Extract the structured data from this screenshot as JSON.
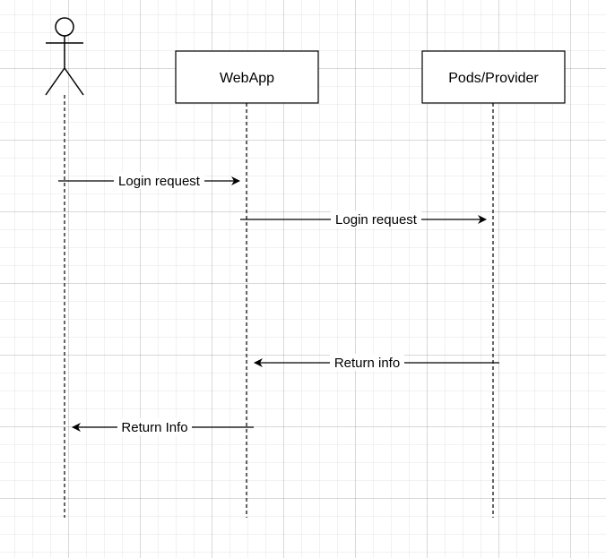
{
  "diagram": {
    "participants": [
      {
        "id": "user",
        "kind": "actor",
        "label": ""
      },
      {
        "id": "webapp",
        "kind": "box",
        "label": "WebApp"
      },
      {
        "id": "pods",
        "kind": "box",
        "label": "Pods/Provider"
      }
    ],
    "messages": [
      {
        "from": "user",
        "to": "webapp",
        "label": "Login request"
      },
      {
        "from": "webapp",
        "to": "pods",
        "label": "Login request"
      },
      {
        "from": "pods",
        "to": "webapp",
        "label": "Return info"
      },
      {
        "from": "webapp",
        "to": "user",
        "label": "Return Info"
      }
    ]
  }
}
